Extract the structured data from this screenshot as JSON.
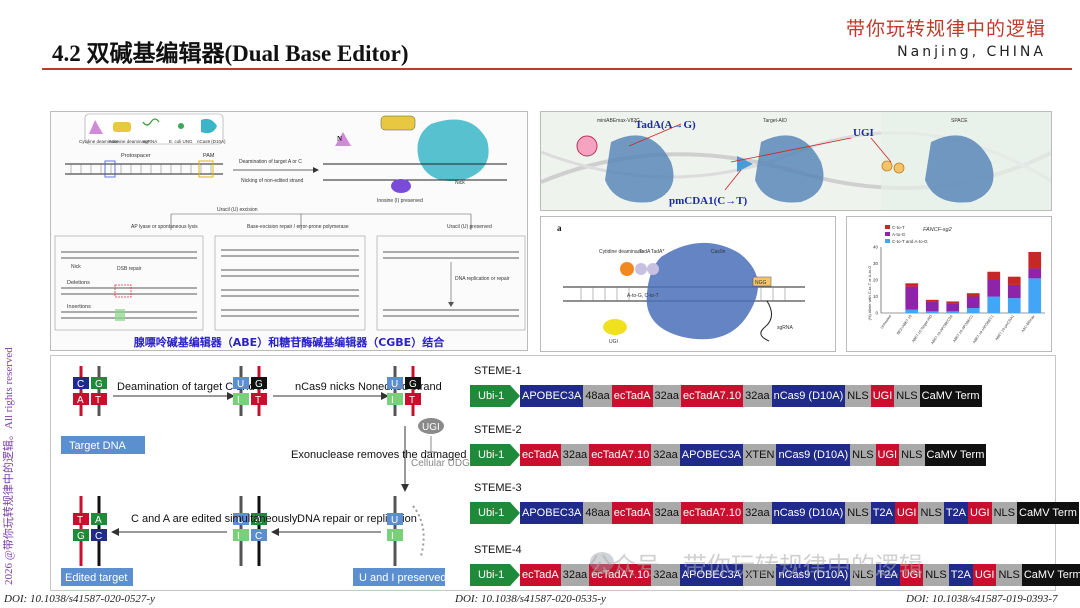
{
  "header": {
    "title": "4.2 双碱基编辑器(Dual Base Editor)",
    "brand": "带你玩转规律中的逻辑",
    "location": "Nanjing, CHINA"
  },
  "side_watermark": "2026 @带你玩转规律中的逻辑。All rights reserved",
  "figure1": {
    "caption": "腺嘌呤碱基编辑器（ABE）和糖苷酶碱基编辑器（CGBE）结合",
    "legend": [
      "Cytidine deaminase",
      "Adenine deaminase",
      "sgRNA",
      "E. coli UNG",
      "nCas9 (D10A)"
    ],
    "protospacer": "Protospacer",
    "pam": "PAM",
    "step_deamination": "Deamination of target A or C",
    "step_nicking": "Nicking of non-edited strand",
    "nick": "Nick",
    "inosine": "Inosine (I) preserved",
    "uracil_excision": "Uracil (U) excision",
    "ap_lyase": "AP lyase or spontaneous lysis",
    "ber": "Base-excision repair / error-prone polymerase",
    "uracil_preserved": "Uracil (U) preserved",
    "dsb_repair": "DSB repair",
    "deletions": "Deletions",
    "insertions": "Insertions",
    "dna_replication": "DNA replication or repair"
  },
  "figure2": {
    "tada": "TadA(A→G)",
    "ugi": "UGI",
    "pmcda": "pmCDA1(C→T)",
    "tools": [
      "miniABEmax-V82G",
      "Target-AID",
      "SPACE"
    ]
  },
  "figure3": {
    "panel_letter": "a",
    "cytidine": "Cytidine deaminase",
    "tada": "TadA",
    "tada_star": "TadA*",
    "cas9n": "Cas9n",
    "conversion": "A-to-G, C-to-T",
    "ngg": "NGG",
    "sgrna": "sgRNA",
    "ugi": "UGI"
  },
  "figure4": {
    "gene": "FANCF-sg2",
    "ylabel": "(%) Allele with C-to-T or A-to-G",
    "legend": [
      "C-to-T",
      "A-to-G",
      "C-to-T and A-to-G"
    ],
    "colors": {
      "c_to_t": "#c62828",
      "a_to_g": "#8e24aa",
      "both": "#42a5f5"
    },
    "yticks": [
      "0",
      "10",
      "20",
      "30",
      "40"
    ]
  },
  "chart_data": {
    "type": "bar",
    "title": "FANCF-sg2",
    "ylabel": "(%) Allele with C-to-T or A-to-G",
    "ylim": [
      0,
      40
    ],
    "categories": [
      "Untreated",
      "BE3+ABE7.10",
      "ABE7.10-Target-AID",
      "ABE7.10-APOBEC3A",
      "ABE7.10-APOBEC1",
      "ABE7.10-rAPOBEC1",
      "ABE7.10-pmCDA1",
      "A&C-BEmax"
    ],
    "series": [
      {
        "name": "C-to-T",
        "values": [
          0,
          2,
          1,
          1,
          2,
          5,
          5,
          10
        ]
      },
      {
        "name": "A-to-G",
        "values": [
          0,
          14,
          6,
          5,
          7,
          10,
          8,
          6
        ]
      },
      {
        "name": "C-to-T and A-to-G",
        "values": [
          0,
          2,
          1,
          1,
          3,
          10,
          9,
          21
        ]
      }
    ]
  },
  "figure5": {
    "deamination": "Deamination of target C and A",
    "ncas9_nicks": "nCas9 nicks Nonedited strand",
    "target_dna": "Target DNA",
    "ugi": "UGI",
    "cellular_udg": "Cellular UDG",
    "exonuclease": "Exonuclease removes the damaged strand",
    "dna_repair": "DNA repair or replication",
    "edited_simul": "C and A are edited simultaneously",
    "edited_target": "Edited target",
    "u_i_preserved": "U and I preserved",
    "bases": {
      "c": "C",
      "g": "G",
      "a": "A",
      "t": "T",
      "u": "U",
      "i": "I"
    }
  },
  "constructs": [
    {
      "name": "STEME-1",
      "segments": [
        {
          "text": "Ubi-1",
          "color": "#1f8a3a",
          "kind": "arrow"
        },
        {
          "text": "APOBEC3A",
          "color": "#1f2a8a",
          "kind": "dark"
        },
        {
          "text": "48aa",
          "color": "#a9a9a9",
          "kind": "light"
        },
        {
          "text": "ecTadA",
          "color": "#c8102e",
          "kind": "dark"
        },
        {
          "text": "32aa",
          "color": "#a9a9a9",
          "kind": "light"
        },
        {
          "text": "ecTadA7.10",
          "color": "#c8102e",
          "kind": "dark"
        },
        {
          "text": "32aa",
          "color": "#a9a9a9",
          "kind": "light"
        },
        {
          "text": "nCas9 (D10A)",
          "color": "#1f2a8a",
          "kind": "dark"
        },
        {
          "text": "NLS",
          "color": "#a9a9a9",
          "kind": "light"
        },
        {
          "text": "UGI",
          "color": "#c8102e",
          "kind": "dark"
        },
        {
          "text": "NLS",
          "color": "#a9a9a9",
          "kind": "light"
        },
        {
          "text": "CaMV Term",
          "color": "#111111",
          "kind": "dark"
        }
      ]
    },
    {
      "name": "STEME-2",
      "segments": [
        {
          "text": "Ubi-1",
          "color": "#1f8a3a",
          "kind": "arrow"
        },
        {
          "text": "ecTadA",
          "color": "#c8102e",
          "kind": "dark"
        },
        {
          "text": "32aa",
          "color": "#a9a9a9",
          "kind": "light"
        },
        {
          "text": "ecTadA7.10",
          "color": "#c8102e",
          "kind": "dark"
        },
        {
          "text": "32aa",
          "color": "#a9a9a9",
          "kind": "light"
        },
        {
          "text": "APOBEC3A",
          "color": "#1f2a8a",
          "kind": "dark"
        },
        {
          "text": "XTEN",
          "color": "#a9a9a9",
          "kind": "light"
        },
        {
          "text": "nCas9 (D10A)",
          "color": "#1f2a8a",
          "kind": "dark"
        },
        {
          "text": "NLS",
          "color": "#a9a9a9",
          "kind": "light"
        },
        {
          "text": "UGI",
          "color": "#c8102e",
          "kind": "dark"
        },
        {
          "text": "NLS",
          "color": "#a9a9a9",
          "kind": "light"
        },
        {
          "text": "CaMV Term",
          "color": "#111111",
          "kind": "dark"
        }
      ]
    },
    {
      "name": "STEME-3",
      "segments": [
        {
          "text": "Ubi-1",
          "color": "#1f8a3a",
          "kind": "arrow"
        },
        {
          "text": "APOBEC3A",
          "color": "#1f2a8a",
          "kind": "dark"
        },
        {
          "text": "48aa",
          "color": "#a9a9a9",
          "kind": "light"
        },
        {
          "text": "ecTadA",
          "color": "#c8102e",
          "kind": "dark"
        },
        {
          "text": "32aa",
          "color": "#a9a9a9",
          "kind": "light"
        },
        {
          "text": "ecTadA7.10",
          "color": "#c8102e",
          "kind": "dark"
        },
        {
          "text": "32aa",
          "color": "#a9a9a9",
          "kind": "light"
        },
        {
          "text": "nCas9 (D10A)",
          "color": "#1f2a8a",
          "kind": "dark"
        },
        {
          "text": "NLS",
          "color": "#a9a9a9",
          "kind": "light"
        },
        {
          "text": "T2A",
          "color": "#1f2a8a",
          "kind": "dark"
        },
        {
          "text": "UGI",
          "color": "#c8102e",
          "kind": "dark"
        },
        {
          "text": "NLS",
          "color": "#a9a9a9",
          "kind": "light"
        },
        {
          "text": "T2A",
          "color": "#1f2a8a",
          "kind": "dark"
        },
        {
          "text": "UGI",
          "color": "#c8102e",
          "kind": "dark"
        },
        {
          "text": "NLS",
          "color": "#a9a9a9",
          "kind": "light"
        },
        {
          "text": "CaMV Term",
          "color": "#111111",
          "kind": "dark"
        }
      ]
    },
    {
      "name": "STEME-4",
      "segments": [
        {
          "text": "Ubi-1",
          "color": "#1f8a3a",
          "kind": "arrow"
        },
        {
          "text": "ecTadA",
          "color": "#c8102e",
          "kind": "dark"
        },
        {
          "text": "32aa",
          "color": "#a9a9a9",
          "kind": "light"
        },
        {
          "text": "ecTadA7.10",
          "color": "#c8102e",
          "kind": "dark"
        },
        {
          "text": "32aa",
          "color": "#a9a9a9",
          "kind": "light"
        },
        {
          "text": "APOBEC3A",
          "color": "#1f2a8a",
          "kind": "dark"
        },
        {
          "text": "XTEN",
          "color": "#a9a9a9",
          "kind": "light"
        },
        {
          "text": "nCas9 (D10A)",
          "color": "#1f2a8a",
          "kind": "dark"
        },
        {
          "text": "NLS",
          "color": "#a9a9a9",
          "kind": "light"
        },
        {
          "text": "T2A",
          "color": "#1f2a8a",
          "kind": "dark"
        },
        {
          "text": "UGI",
          "color": "#c8102e",
          "kind": "dark"
        },
        {
          "text": "NLS",
          "color": "#a9a9a9",
          "kind": "light"
        },
        {
          "text": "T2A",
          "color": "#1f2a8a",
          "kind": "dark"
        },
        {
          "text": "UGI",
          "color": "#c8102e",
          "kind": "dark"
        },
        {
          "text": "NLS",
          "color": "#a9a9a9",
          "kind": "light"
        },
        {
          "text": "CaMV Term",
          "color": "#111111",
          "kind": "dark"
        }
      ]
    }
  ],
  "wechat_watermark": "公众号 · 带你玩转规律中的逻辑",
  "dois": [
    "DOI: 10.1038/s41587-020-0527-y",
    "DOI: 10.1038/s41587-020-0535-y",
    "DOI: 10.1038/s41587-019-0393-7"
  ]
}
